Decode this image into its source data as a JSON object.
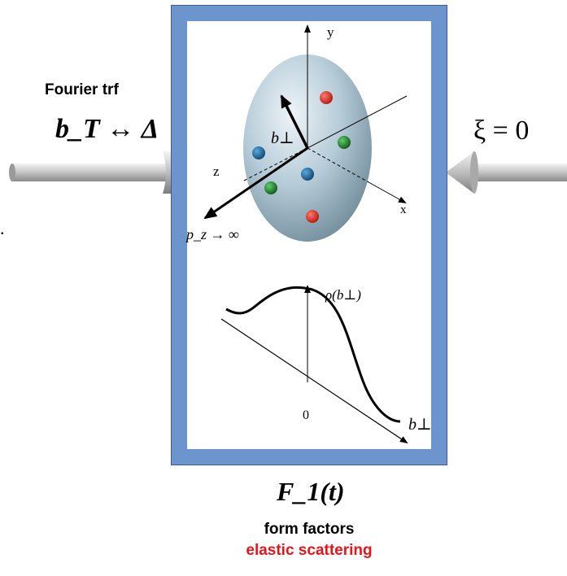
{
  "labels": {
    "fourier_trf": "Fourier trf",
    "bt_delta": "b_T ↔ Δ",
    "xi_zero": "ξ = 0",
    "f1_t": "F_1(t)",
    "form_factors": "form factors",
    "elastic_scattering": "elastic scattering",
    "left_dot": "."
  },
  "diagram": {
    "axis_y": "y",
    "axis_z": "z",
    "axis_x": "x",
    "b_perp": "b⊥",
    "pz_inf": "p_z → ∞",
    "rho": "ρ(b⊥)",
    "origin": "0",
    "b_perp_axis": "b⊥"
  },
  "colors": {
    "frame_blue": "#6b95cc",
    "quark_red": "#d62a1e",
    "quark_green": "#1e7a2a",
    "quark_blue": "#1f6aa0",
    "highlight_red": "#e8141c"
  }
}
